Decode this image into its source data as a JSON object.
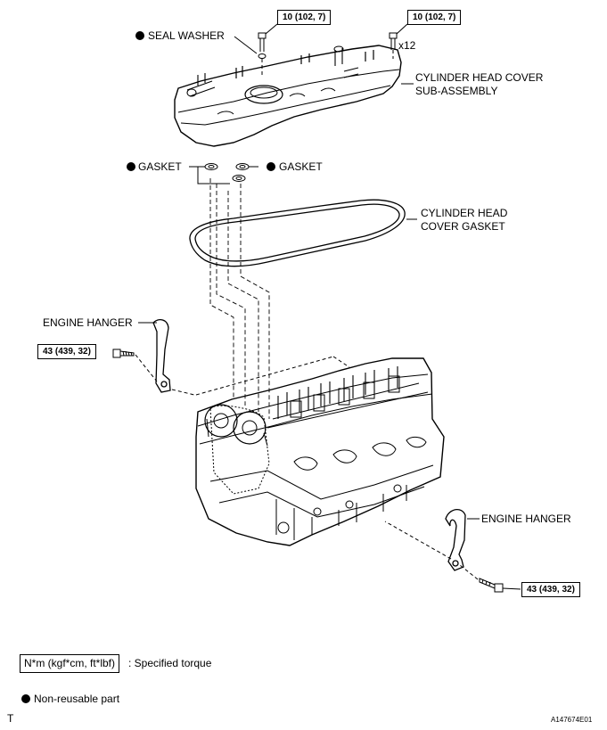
{
  "labels": {
    "seal_washer": "SEAL WASHER",
    "torque_cover_left": "10 (102, 7)",
    "torque_cover_right": "10 (102, 7)",
    "qty_bolts": "x12",
    "head_cover_line1": "CYLINDER HEAD COVER",
    "head_cover_line2": "SUB-ASSEMBLY",
    "gasket_left": "GASKET",
    "gasket_right": "GASKET",
    "head_cover_gasket_line1": "CYLINDER HEAD",
    "head_cover_gasket_line2": "COVER GASKET",
    "engine_hanger_upper": "ENGINE HANGER",
    "torque_hanger_left": "43 (439, 32)",
    "engine_hanger_lower": "ENGINE HANGER",
    "torque_hanger_right": "43 (439, 32)"
  },
  "legend": {
    "torque_unit": "N*m (kgf*cm, ft*lbf)",
    "torque_desc": ": Specified torque",
    "non_reusable": "Non-reusable part"
  },
  "footer": {
    "left_mark": "T",
    "figure_id": "A147674E01"
  }
}
